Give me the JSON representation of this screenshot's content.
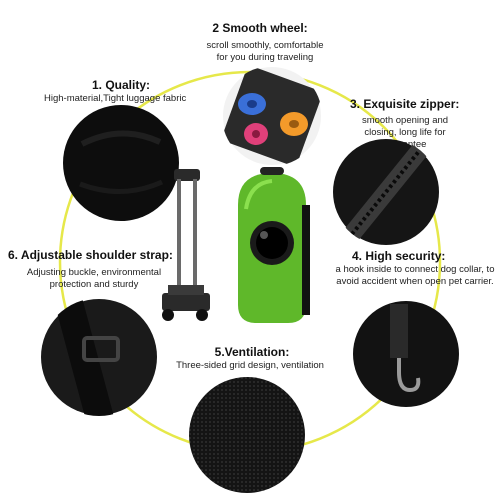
{
  "features": [
    {
      "title": "1. Quality:",
      "desc": "High-material,Tight luggage fabric"
    },
    {
      "title": "2 Smooth wheel:",
      "desc": "scroll smoothly, comfortable for you during traveling"
    },
    {
      "title": "3. Exquisite zipper:",
      "desc": "smooth opening and closing, long life for guarantee"
    },
    {
      "title": "4. High security:",
      "desc": "a hook inside to connect dog collar, to avoid accident when open pet carrier."
    },
    {
      "title": "5.Ventilation:",
      "desc": "Three-sided grid design, ventilation"
    },
    {
      "title": "6. Adjustable shoulder strap:",
      "desc": "Adjusting buckle, environmental protection and sturdy"
    }
  ],
  "colors": {
    "ring": "#e6e84a",
    "shell": "#5fb82a",
    "fabric": "#111111",
    "wheel_blue": "#3a6fd8",
    "wheel_pink": "#e0407a",
    "wheel_orange": "#f39a2a"
  },
  "icons": [
    "wheel-icon",
    "zipper-icon",
    "hook-icon",
    "buckle-icon",
    "mesh-icon",
    "fabric-icon"
  ]
}
